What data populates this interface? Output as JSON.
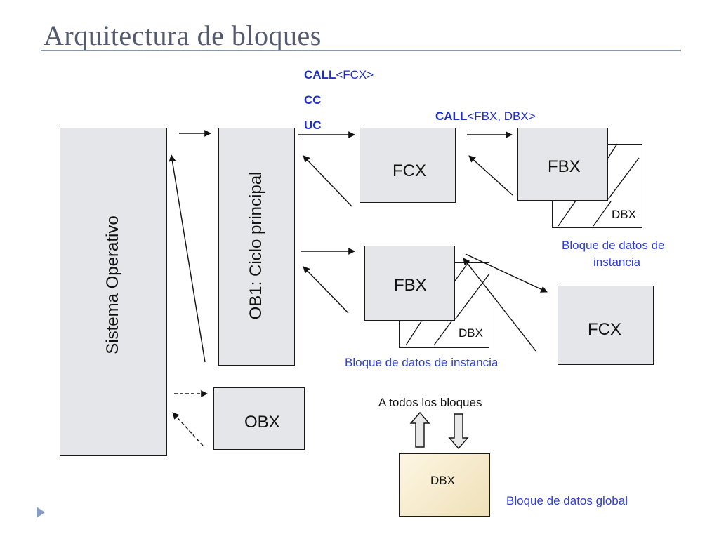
{
  "slide": {
    "title": "Arquitectura de bloques"
  },
  "blocks": {
    "sistema": "Sistema Operativo",
    "ob1": "OB1: Ciclo principal",
    "obx": "OBX",
    "fcx_top": "FCX",
    "fbx_top": "FBX",
    "dbx_top": "DBX",
    "fbx_mid": "FBX",
    "dbx_mid": "DBX",
    "fcx_right": "FCX",
    "dbx_global": "DBX"
  },
  "calls": {
    "call_kw": "CALL",
    "call_fcx": "<FCX>",
    "cc": "CC",
    "uc": "UC",
    "call2_kw": "CALL",
    "call_fbx_dbx": "<FBX, DBX>"
  },
  "captions": {
    "instancia_top": "Bloque de datos de instancia",
    "instancia_top_line1": "Bloque de datos de",
    "instancia_top_line2": "instancia",
    "instancia_mid": "Bloque de datos de instancia",
    "a_todos": "A todos los bloques",
    "global": "Bloque de datos global"
  },
  "colors": {
    "title": "#555b6e",
    "accent_blue": "#2f3fcf",
    "box_fill": "#e5e6e9",
    "rule": "#8a93b0"
  }
}
